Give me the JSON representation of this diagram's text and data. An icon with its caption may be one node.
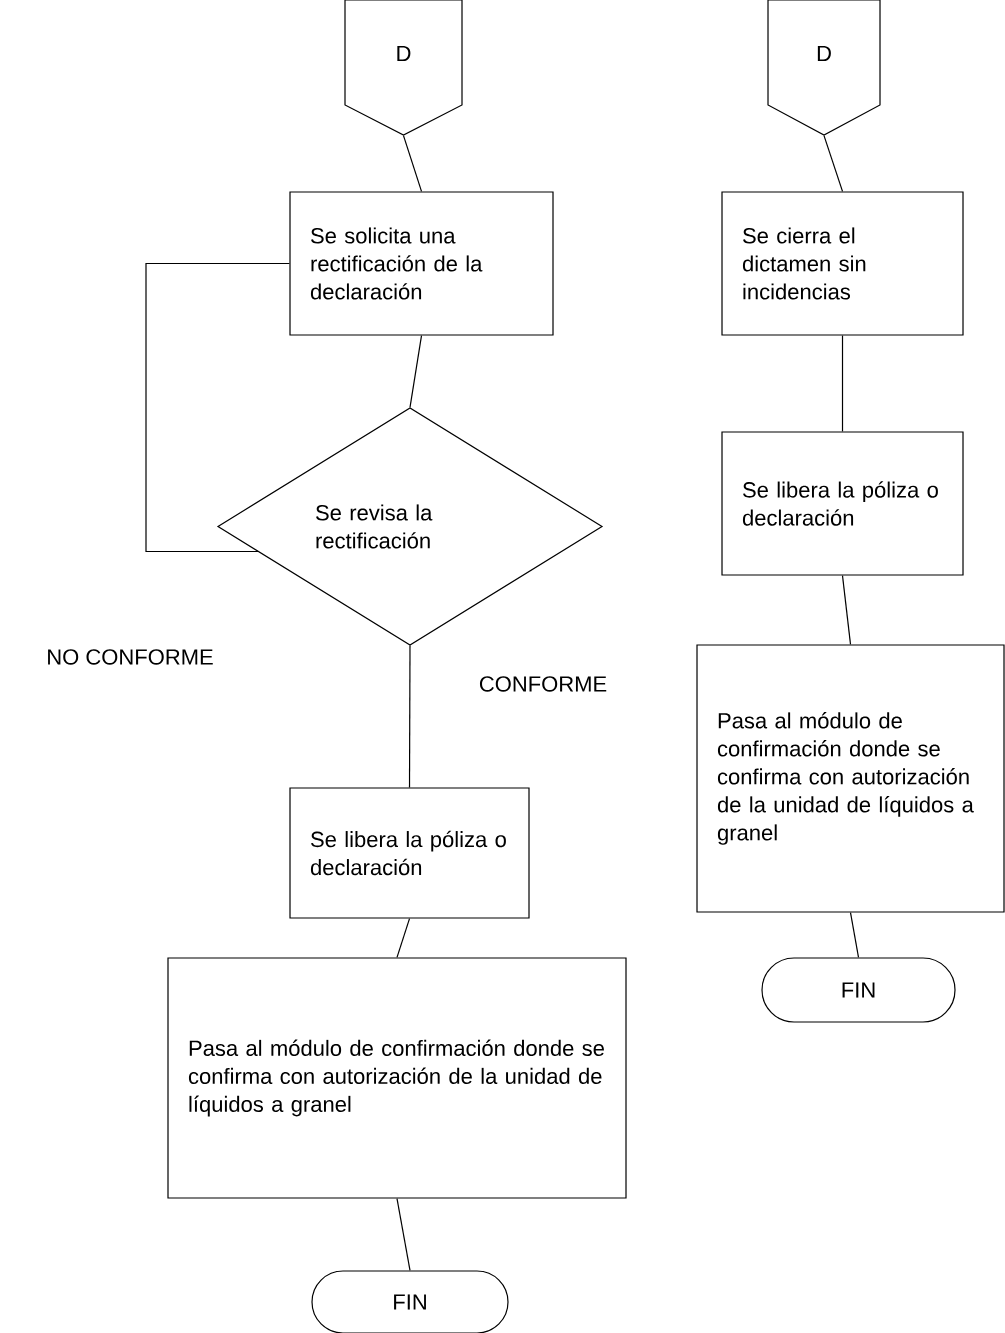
{
  "diagram": {
    "nodes": [
      {
        "text": [
          "D"
        ]
      },
      {
        "text": [
          "Se solicita una rectificación de la declaración"
        ]
      },
      {
        "text": [
          "Se revisa la rectificación"
        ]
      },
      {
        "text": [
          "Se libera la póliza o declaración"
        ]
      },
      {
        "text": [
          "Pasa al módulo de confirmación donde se confirma con autorización de la unidad de líquidos a granel"
        ]
      },
      {
        "text": [
          "FIN"
        ]
      },
      {
        "text": [
          "D"
        ]
      },
      {
        "text": [
          "Se cierra el dictamen sin incidencias"
        ]
      },
      {
        "text": [
          "Se libera la póliza o declaración"
        ]
      },
      {
        "text": [
          "Pasa al módulo de confirmación donde se confirma con autorización de la unidad de líquidos a granel"
        ]
      },
      {
        "text": [
          "FIN"
        ]
      }
    ],
    "edges": [
      {
        "from": 0,
        "to": 1,
        "arrow": "none"
      },
      {
        "from": 1,
        "to": 2,
        "arrow": "none"
      },
      {
        "from": 2,
        "to": 1,
        "arrow": "none",
        "label": "NO CONFORME"
      },
      {
        "from": 2,
        "to": 3,
        "arrow": "none",
        "label": "CONFORME"
      },
      {
        "from": 3,
        "to": 4,
        "arrow": "none"
      },
      {
        "from": 4,
        "to": 5,
        "arrow": "none"
      },
      {
        "from": 6,
        "to": 7,
        "arrow": "none"
      },
      {
        "from": 7,
        "to": 8,
        "arrow": "none"
      },
      {
        "from": 8,
        "to": 9,
        "arrow": "none"
      },
      {
        "from": 9,
        "to": 10,
        "arrow": "none"
      }
    ]
  }
}
